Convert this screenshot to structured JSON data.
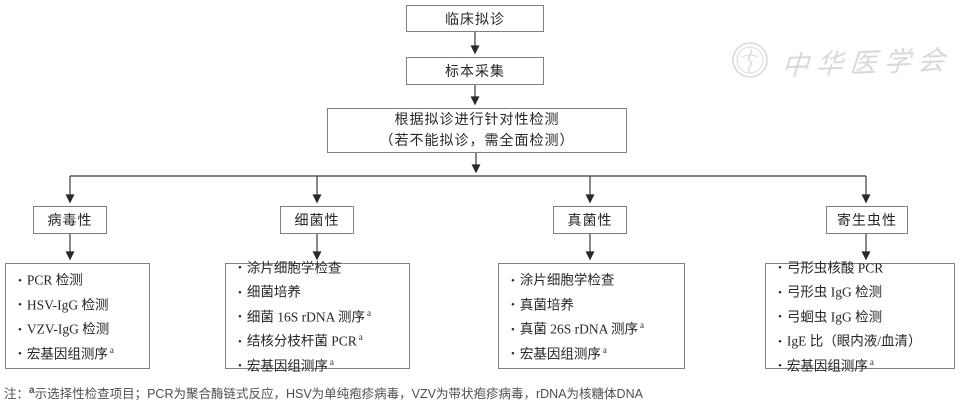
{
  "nodes": {
    "clinical": "临床拟诊",
    "specimen": "标本采集",
    "targeted_line1": "根据拟诊进行针对性检测",
    "targeted_line2": "（若不能拟诊，需全面检测）"
  },
  "branches": [
    {
      "category": "病毒性",
      "items": [
        {
          "text": "PCR 检测",
          "sup": ""
        },
        {
          "text": "HSV-IgG 检测",
          "sup": ""
        },
        {
          "text": "VZV-IgG 检测",
          "sup": ""
        },
        {
          "text": "宏基因组测序",
          "sup": "a"
        }
      ]
    },
    {
      "category": "细菌性",
      "items": [
        {
          "text": "涂片细胞学检查",
          "sup": ""
        },
        {
          "text": "细菌培养",
          "sup": ""
        },
        {
          "text": "细菌 16S rDNA 测序",
          "sup": "a"
        },
        {
          "text": "结核分枝杆菌 PCR",
          "sup": "a"
        },
        {
          "text": "宏基因组测序",
          "sup": "a"
        }
      ]
    },
    {
      "category": "真菌性",
      "items": [
        {
          "text": "涂片细胞学检查",
          "sup": ""
        },
        {
          "text": "真菌培养",
          "sup": ""
        },
        {
          "text": "真菌 26S rDNA 测序",
          "sup": "a"
        },
        {
          "text": "宏基因组测序",
          "sup": "a"
        }
      ]
    },
    {
      "category": "寄生虫性",
      "items": [
        {
          "text": "弓形虫核酸 PCR",
          "sup": ""
        },
        {
          "text": "弓形虫 IgG 检测",
          "sup": ""
        },
        {
          "text": "弓蛔虫 IgG 检测",
          "sup": ""
        },
        {
          "text": "IgE 比（眼内液/血清）",
          "sup": ""
        },
        {
          "text": "宏基因组测序",
          "sup": "a"
        }
      ]
    }
  ],
  "note": {
    "prefix": "注：",
    "sup": "a",
    "text": "示选择性检查项目；PCR为聚合酶链式反应，HSV为单纯疱疹病毒，VZV为带状疱疹病毒，rDNA为核糖体DNA"
  },
  "watermark": {
    "text": "中华医学会"
  },
  "colors": {
    "line": "#3a3a3a",
    "box_border": "#808080",
    "text": "#262626",
    "note_text": "#4f4f4f",
    "watermark": "#d2d2d2"
  }
}
